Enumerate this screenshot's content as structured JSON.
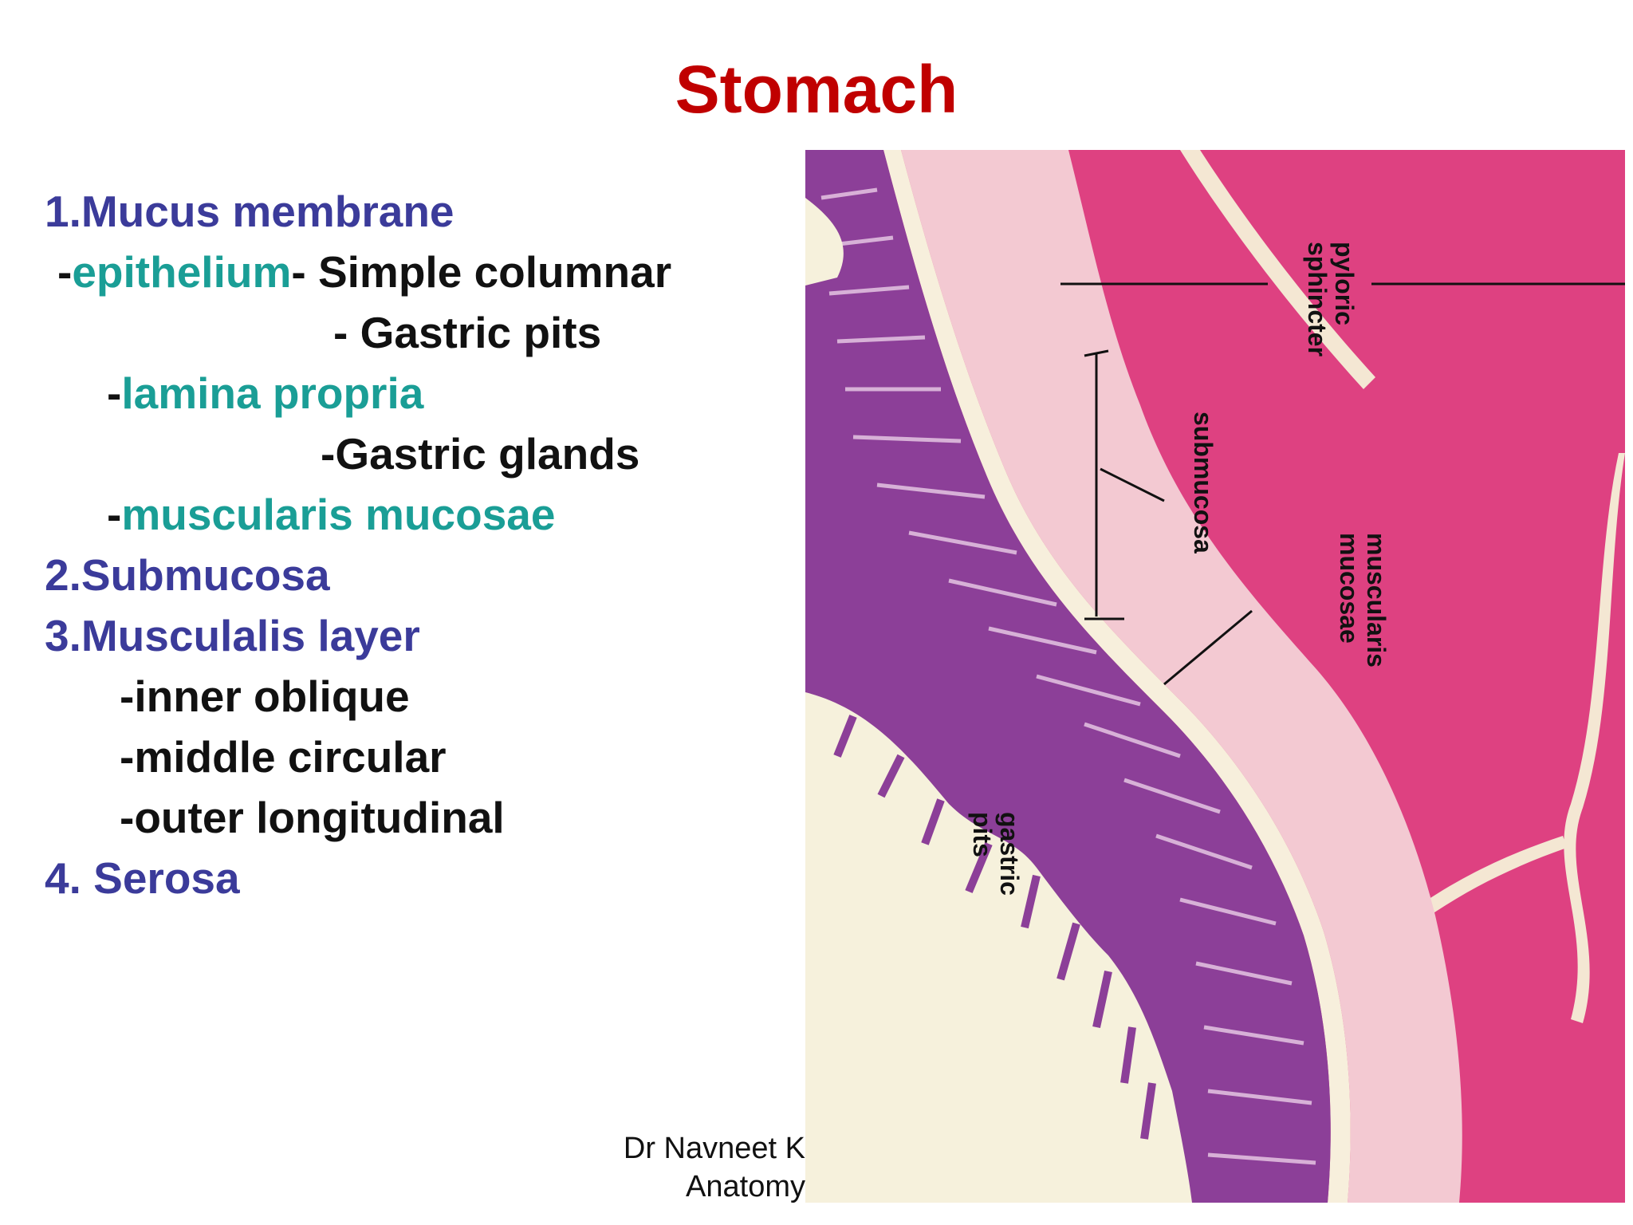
{
  "slide": {
    "title": "Stomach",
    "outline": [
      {
        "parts": [
          {
            "text": "1.Mucus membrane",
            "color": "blue"
          }
        ]
      },
      {
        "parts": [
          {
            "text": "-",
            "color": "black"
          },
          {
            "text": "epithelium",
            "color": "teal"
          },
          {
            "text": "- Simple columnar",
            "color": "black"
          }
        ]
      },
      {
        "parts": [
          {
            "text": "- Gastric pits",
            "color": "black"
          }
        ]
      },
      {
        "parts": [
          {
            "text": "-",
            "color": "black"
          },
          {
            "text": "lamina propria",
            "color": "teal"
          }
        ]
      },
      {
        "parts": [
          {
            "text": "-Gastric glands",
            "color": "black"
          }
        ]
      },
      {
        "parts": [
          {
            "text": "-",
            "color": "black"
          },
          {
            "text": "muscularis mucosae",
            "color": "teal"
          }
        ]
      },
      {
        "parts": [
          {
            "text": "2.Submucosa",
            "color": "blue"
          }
        ]
      },
      {
        "parts": [
          {
            "text": "3.Musculalis layer",
            "color": "blue"
          }
        ]
      },
      {
        "parts": [
          {
            "text": "-inner oblique",
            "color": "black"
          }
        ]
      },
      {
        "parts": [
          {
            "text": "-middle circular",
            "color": "black"
          }
        ]
      },
      {
        "parts": [
          {
            "text": "-outer longitudinal",
            "color": "black"
          }
        ]
      },
      {
        "parts": [
          {
            "text": "4. Serosa",
            "color": "blue"
          }
        ]
      }
    ],
    "figure": {
      "labels": {
        "pyloric": "pyloric",
        "sphincter": "sphincter",
        "submucosa": "submucosa",
        "muscularis": "muscularis",
        "mucosae": "mucosae",
        "gastric": "gastric",
        "pits": "pits"
      }
    },
    "footer": {
      "line1": "Dr Navneet K",
      "line2": "Anatomy"
    }
  },
  "colors": {
    "title": "#c00000",
    "blue": "#3b3b9a",
    "teal": "#1a9e96",
    "black": "#111111",
    "muscle": "#d83a7a",
    "mucosa": "#8e3f9a",
    "submucosa": "#f2c8cf",
    "lumen": "#f6f1dc"
  }
}
